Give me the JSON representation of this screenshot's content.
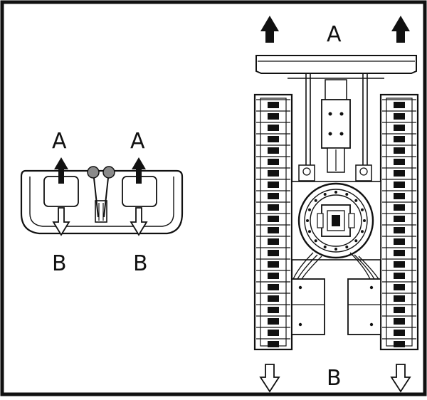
{
  "labels": {
    "left_a1": "A",
    "left_a2": "A",
    "left_b1": "B",
    "left_b2": "B",
    "right_a": "A",
    "right_b": "B"
  },
  "colors": {
    "border": "#111111",
    "line": "#1a1a1a",
    "fill_dark": "#111111",
    "knob": "#8a8a8a",
    "panel": "#ffffff"
  }
}
